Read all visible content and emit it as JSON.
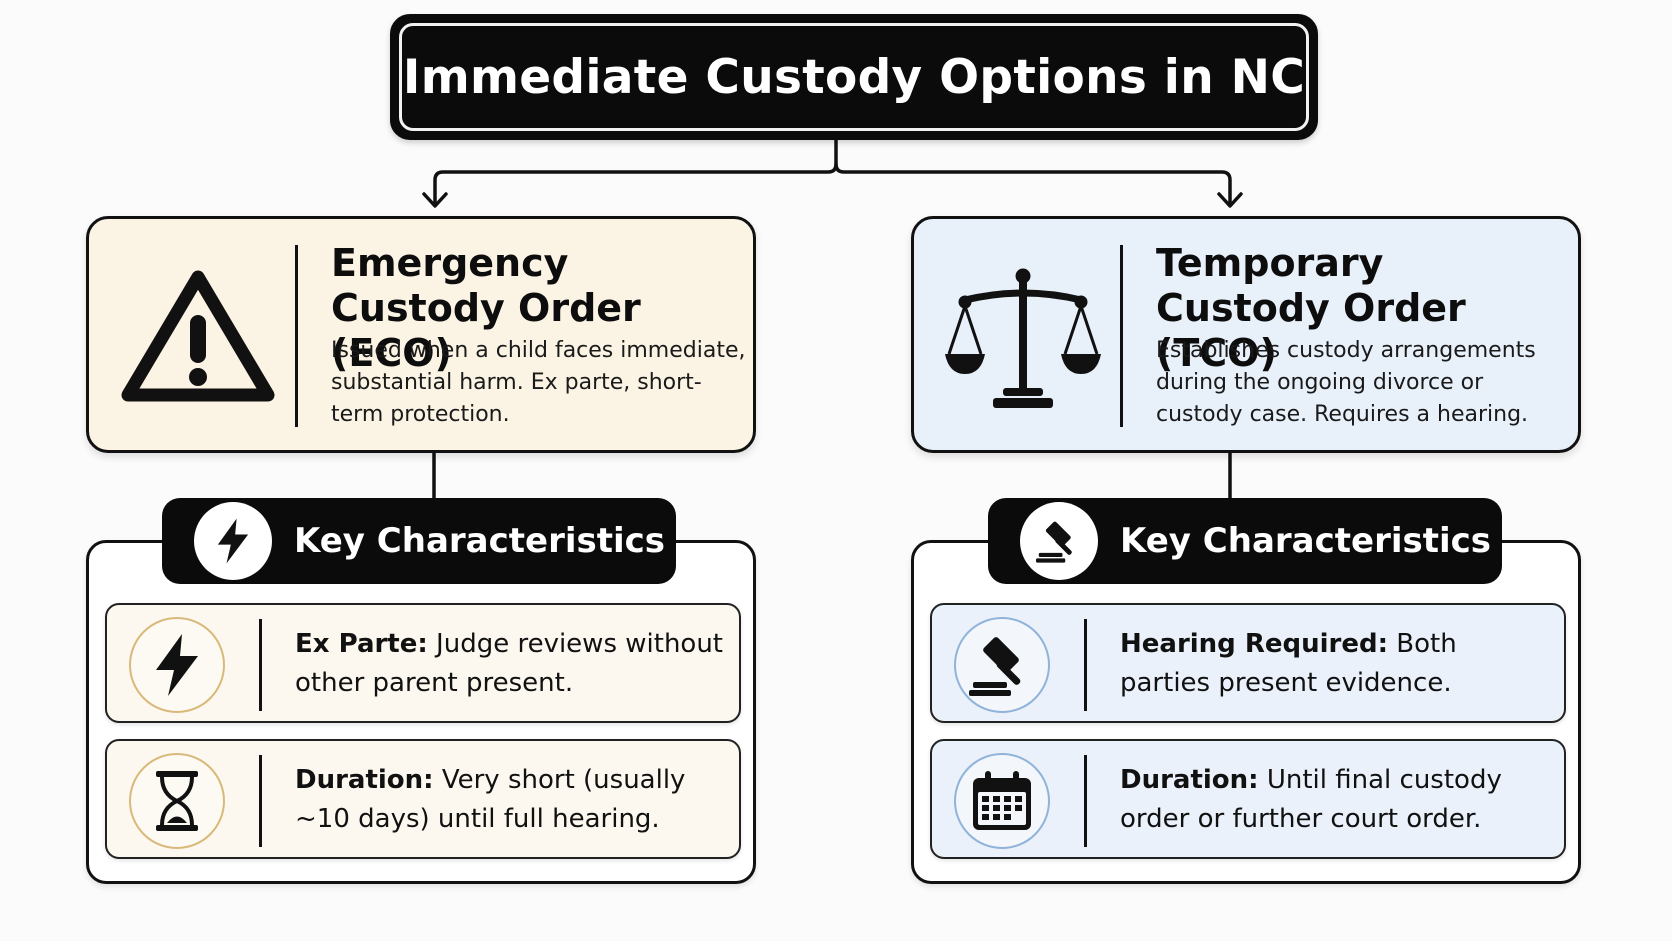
{
  "title": "Immediate Custody Options in NC",
  "eco": {
    "icon": "warning-triangle-icon",
    "title": "Emergency Custody Order (ECO)",
    "description": "Issued when a child faces immediate, substantial harm. Ex parte, short-term protection.",
    "characteristics_header": "Key Characteristics",
    "header_icon": "lightning-icon",
    "items": [
      {
        "icon": "lightning-icon",
        "label": "Ex Parte:",
        "text": " Judge reviews without other parent present."
      },
      {
        "icon": "hourglass-icon",
        "label": "Duration:",
        "text": " Very short (usually ~10 days) until full hearing."
      }
    ]
  },
  "tco": {
    "icon": "scales-of-justice-icon",
    "title": "Temporary Custody Order (TCO)",
    "description": "Establishes custody arrangements during the ongoing divorce or custody case. Requires a hearing.",
    "characteristics_header": "Key Characteristics",
    "header_icon": "gavel-icon",
    "items": [
      {
        "icon": "gavel-icon",
        "label": "Hearing Required:",
        "text": " Both parties present evidence."
      },
      {
        "icon": "calendar-icon",
        "label": "Duration:",
        "text": " Until final custody order or further court order."
      }
    ]
  },
  "colors": {
    "eco_card": "#fbf4e4",
    "tco_card": "#e8f0fa",
    "eco_ring": "#d8b97a",
    "tco_ring": "#8fb3d9",
    "dark": "#0b0b0b"
  }
}
